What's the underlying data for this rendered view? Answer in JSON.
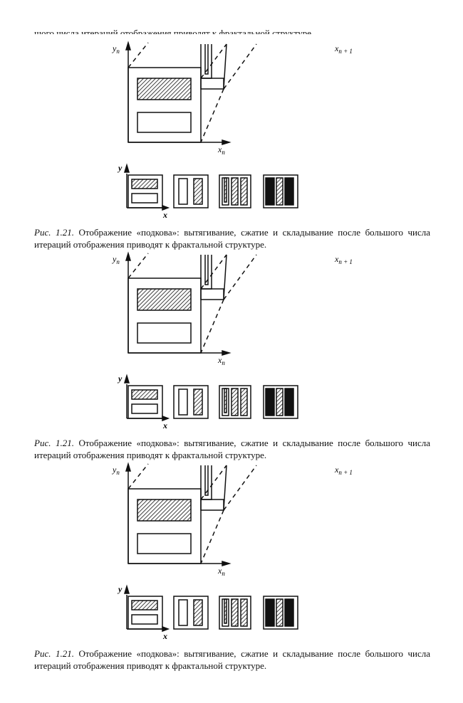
{
  "page": {
    "top_fragment": "шого числа итераций отображения приводят к фрактальной структуре."
  },
  "figures": [
    {
      "labels": {
        "yn": "y",
        "yn_sub": "n",
        "xn": "x",
        "xn_sub": "n",
        "xn1": "x",
        "xn1_sub": "n + 1",
        "y": "y",
        "x": "x"
      },
      "caption": {
        "label": "Рис. 1.21.",
        "text": " Отображение «подкова»: вытягивание, сжатие и складывание после большого числа итераций отображения приводят к фрактальной структуре."
      }
    },
    {
      "labels": {
        "yn": "y",
        "yn_sub": "n",
        "xn": "x",
        "xn_sub": "n",
        "xn1": "x",
        "xn1_sub": "n + 1",
        "y": "y",
        "x": "x"
      },
      "caption": {
        "label": "Рис. 1.21.",
        "text": " Отображение «подкова»: вытягивание, сжатие и складывание после большого числа итераций отображения приводят к фрактальной структуре."
      }
    },
    {
      "labels": {
        "yn": "y",
        "yn_sub": "n",
        "xn": "x",
        "xn_sub": "n",
        "xn1": "x",
        "xn1_sub": "n + 1",
        "y": "y",
        "x": "x"
      },
      "caption": {
        "label": "Рис. 1.21.",
        "text": " Отображение «подкова»: вытягивание, сжатие и складывание после большого числа итераций отображения приводят к фрактальной структуре."
      }
    }
  ]
}
